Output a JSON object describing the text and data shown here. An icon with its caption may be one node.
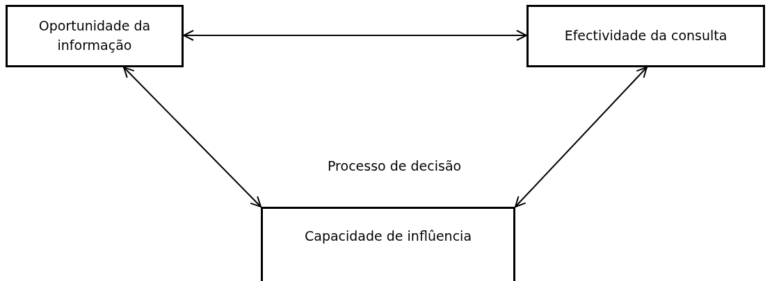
{
  "diagram": {
    "nodes": [
      {
        "text": [
          "Oportunidade da informação"
        ]
      },
      {
        "text": [
          "Efectividade da consulta"
        ]
      },
      {
        "text": [
          "Capacidade de inflûencia"
        ]
      }
    ],
    "edges": [
      {
        "from": 0,
        "to": 1,
        "arrow": "both"
      },
      {
        "from": 0,
        "to": 2,
        "arrow": "both"
      },
      {
        "from": 1,
        "to": 2,
        "arrow": "both"
      }
    ],
    "labels": [
      "Processo de decisão"
    ]
  }
}
